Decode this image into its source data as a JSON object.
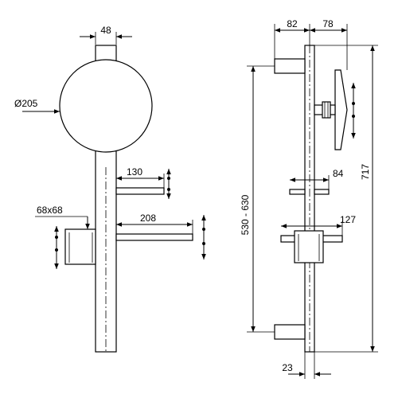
{
  "dimensions": {
    "front_bar_width": "48",
    "mirror_diameter": "Ø205",
    "short_shelf_width": "130",
    "long_shelf_width": "208",
    "cup_size": "68x68",
    "side_top_offset": "82",
    "side_mirror_depth": "78",
    "side_short_shelf": "84",
    "side_cup_depth": "127",
    "height_range": "530 - 630",
    "total_height": "717",
    "bar_depth": "23"
  },
  "colors": {
    "line": "#000000",
    "background": "#ffffff"
  }
}
